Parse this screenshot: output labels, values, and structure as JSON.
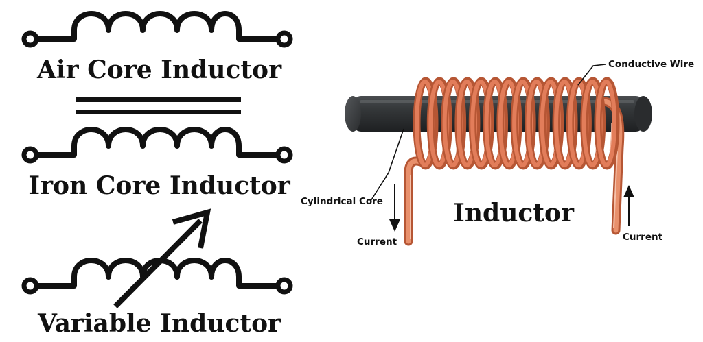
{
  "symbols": {
    "air_core_label": "Air Core Inductor",
    "iron_core_label": "Iron Core Inductor",
    "variable_label": "Variable Inductor"
  },
  "diagram": {
    "title": "Inductor",
    "label_wire": "Conductive Wire",
    "label_core": "Cylindrical Core",
    "label_current_left": "Current",
    "label_current_right": "Current"
  },
  "colors": {
    "ink": "#111111",
    "copper": "#e27d5a",
    "copper_dark": "#b65634",
    "copper_light": "#f4b49a",
    "core": "#2f3133",
    "core_light": "#5a5d60"
  }
}
